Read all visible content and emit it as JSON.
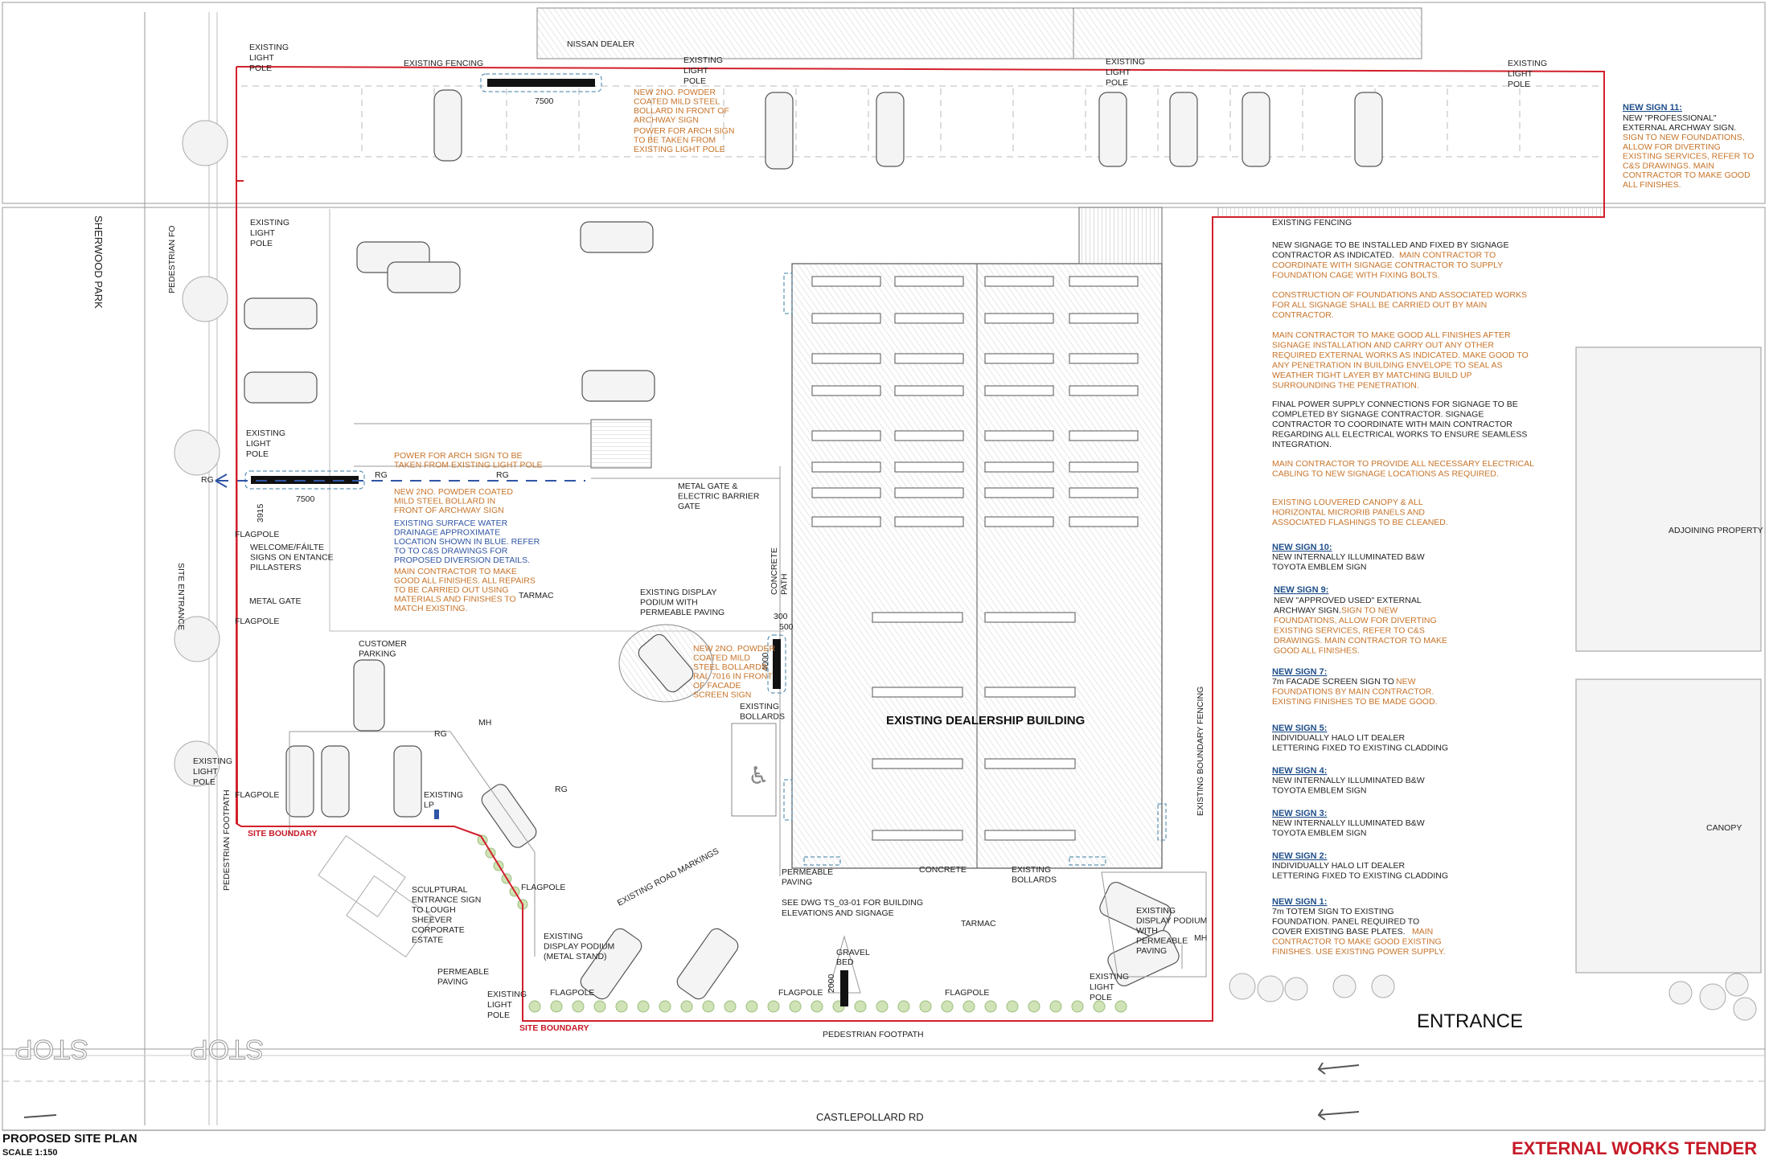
{
  "labels": {
    "nissan_dealer": "NISSAN DEALER",
    "existing_fencing_top": "EXISTING FENCING",
    "existing_fencing_mid": "EXISTING FENCING",
    "existing_light_pole": "EXISTING LIGHT POLE",
    "new_bollard_top": [
      "NEW 2NO. POWDER",
      "COATED MILD STEEL",
      "BOLLARD IN FRONT OF",
      "ARCHWAY SIGN"
    ],
    "power_arch_top": [
      "POWER FOR ARCH SIGN",
      "TO BE TAKEN FROM",
      "EXISTING LIGHT POLE"
    ],
    "dim_7500": "7500",
    "dim_3915": "3915",
    "dim_300": "300",
    "dim_500": "500",
    "dim_4000": "4000",
    "dim_2000": "2000",
    "sherwood_park": "SHERWOOD PARK",
    "pedestrian_fo_top": "PEDESTRIAN FO",
    "pedestrian_footpath_left": "PEDESTRIAN FOOTPATH",
    "pedestrian_footpath_bottom": "PEDESTRIAN FOOTPATH",
    "power_arch_mid": [
      "POWER FOR ARCH SIGN TO BE",
      "TAKEN FROM EXISTING LIGHT POLE"
    ],
    "new_bollard_mid": [
      "NEW 2NO. POWDER COATED",
      "MILD STEEL BOLLARD IN",
      "FRONT OF ARCHWAY SIGN"
    ],
    "surface_water": [
      "EXISTING SURFACE WATER",
      "DRAINAGE APPROXIMATE",
      "LOCATION SHOWN IN BLUE. REFER",
      "TO TO C&S DRAWINGS FOR",
      "PROPOSED DIVERSION DETAILS."
    ],
    "make_good_mid": [
      "MAIN CONTRACTOR TO MAKE",
      "GOOD ALL FINISHES. ALL REPAIRS",
      "TO BE CARRIED OUT USING",
      "MATERIALS AND FINISHES TO",
      "MATCH EXISTING."
    ],
    "flagpole": "FLAGPOLE",
    "welcome_signs": [
      "WELCOME/FÁILTE",
      "SIGNS ON ENTANCE",
      "PILLASTERS"
    ],
    "site_entrance": "SITE ENTRANCE",
    "metal_gate": "METAL GATE",
    "metal_gate_barrier": [
      "METAL GATE &",
      "ELECTRIC BARRIER",
      "GATE"
    ],
    "tarmac": "TARMAC",
    "customer_parking": [
      "CUSTOMER",
      "PARKING"
    ],
    "display_podium_perm": [
      "EXISTING DISPLAY",
      "PODIUM WITH",
      "PERMEABLE PAVING"
    ],
    "concrete_path": [
      "CONCRETE",
      "PATH"
    ],
    "new_bollards_facade": [
      "NEW 2NO. POWDER",
      "COATED MILD",
      "STEEL BOLLARDS",
      "RAL 7016 IN FRONT",
      "OF FACADE",
      "SCREEN SIGN"
    ],
    "existing_bollards": [
      "EXISTING",
      "BOLLARDS"
    ],
    "building": "EXISTING DEALERSHIP BUILDING",
    "existing_boundary_fencing": "EXISTING BOUNDARY FENCING",
    "rg": "RG",
    "mh": "MH",
    "existing_lp": [
      "EXISTING",
      "LP"
    ],
    "site_boundary": "SITE BOUNDARY",
    "existing_road_markings": "EXISTING ROAD MARKINGS",
    "permeable_paving": [
      "PERMEABLE",
      "PAVING"
    ],
    "concrete": "CONCRETE",
    "see_dwg": [
      "SEE DWG TS_03-01 FOR BUILDING",
      "ELEVATIONS AND SIGNAGE"
    ],
    "sculptural_sign": [
      "SCULPTURAL",
      "ENTRANCE SIGN",
      "TO LOUGH",
      "SHEEVER",
      "CORPORATE",
      "ESTATE"
    ],
    "display_podium_metal": [
      "EXISTING",
      "DISPLAY PODIUM",
      "(METAL STAND)"
    ],
    "gravel_bed": [
      "GRAVEL",
      "BED"
    ],
    "display_podium_right": [
      "EXISTING",
      "DISPLAY PODIUM",
      "WITH",
      "PERMEABLE",
      "PAVING"
    ],
    "stop": "STOP",
    "entrance": "ENTRANCE",
    "castlepollard": "CASTLEPOLLARD RD",
    "adjoining": "ADJOINING PROPERTY",
    "canopy": "CANOPY"
  },
  "notes": {
    "sign11_head": "NEW  SIGN 11:",
    "sign11_black": [
      "NEW \"PROFESSIONAL\"",
      "EXTERNAL ARCHWAY SIGN."
    ],
    "sign11_orange": [
      "SIGN TO NEW FOUNDATIONS,",
      "ALLOW FOR DIVERTING",
      "EXISTING SERVICES, REFER TO",
      "C&S DRAWINGS. MAIN",
      "CONTRACTOR TO MAKE GOOD",
      "ALL FINISHES."
    ],
    "general_1_black": "NEW SIGNAGE TO BE INSTALLED AND FIXED BY SIGNAGE",
    "general_1_mixed_black": "CONTRACTOR AS INDICATED.",
    "general_1_mixed_orange": "MAIN CONTRACTOR TO",
    "general_1_orange": [
      "COORDINATE WITH SIGNAGE CONTRACTOR TO SUPPLY",
      "FOUNDATION CAGE WITH FIXING BOLTS."
    ],
    "general_2": [
      "CONSTRUCTION OF FOUNDATIONS AND ASSOCIATED WORKS",
      "FOR ALL SIGNAGE SHALL BE CARRIED OUT BY MAIN",
      "CONTRACTOR."
    ],
    "general_3": [
      "MAIN CONTRACTOR TO MAKE GOOD ALL FINISHES AFTER",
      "SIGNAGE INSTALLATION AND CARRY OUT ANY OTHER",
      "REQUIRED EXTERNAL WORKS AS INDICATED. MAKE GOOD TO",
      "ANY PENETRATION IN BUILDING ENVELOPE TO SEAL AS",
      "WEATHER TIGHT LAYER BY MATCHING BUILD UP",
      "SURROUNDING THE PENETRATION."
    ],
    "general_4": [
      "FINAL POWER SUPPLY CONNECTIONS FOR SIGNAGE TO BE",
      "COMPLETED BY SIGNAGE CONTRACTOR. SIGNAGE",
      "CONTRACTOR TO COORDINATE WITH MAIN CONTRACTOR",
      "REGARDING ALL ELECTRICAL WORKS TO ENSURE SEAMLESS",
      "INTEGRATION."
    ],
    "general_5": [
      "MAIN CONTRACTOR TO PROVIDE ALL NECESSARY ELECTRICAL",
      "CABLING TO NEW SIGNAGE LOCATIONS AS REQUIRED."
    ],
    "general_6": [
      "EXISTING LOUVERED CANOPY & ALL",
      "HORIZONTAL MICRORIB PANELS AND",
      "ASSOCIATED FLASHINGS TO BE CLEANED."
    ],
    "sign10_head": "NEW  SIGN 10:",
    "sign10": [
      "NEW INTERNALLY ILLUMINATED B&W",
      "TOYOTA EMBLEM SIGN"
    ],
    "sign9_head": "NEW  SIGN 9:",
    "sign9_black": "NEW \"APPROVED USED\" EXTERNAL",
    "sign9_mixed_black": "ARCHWAY SIGN.",
    "sign9_mixed_orange": "SIGN TO NEW",
    "sign9_orange": [
      "FOUNDATIONS, ALLOW FOR DIVERTING",
      "EXISTING SERVICES, REFER TO C&S",
      "DRAWINGS. MAIN CONTRACTOR TO MAKE",
      "GOOD ALL FINISHES."
    ],
    "sign7_head": "NEW  SIGN 7:",
    "sign7_mixed_black": "7m FACADE SCREEN SIGN TO",
    "sign7_mixed_orange": "NEW",
    "sign7_orange": [
      "FOUNDATIONS BY MAIN CONTRACTOR.",
      "EXISTING FINISHES TO BE MADE GOOD."
    ],
    "sign5_head": "NEW  SIGN 5:",
    "sign5": [
      "INDIVIDUALLY HALO LIT DEALER",
      "LETTERING FIXED TO EXISTING CLADDING"
    ],
    "sign4_head": "NEW  SIGN 4:",
    "sign4": [
      "NEW INTERNALLY ILLUMINATED B&W",
      "TOYOTA EMBLEM SIGN"
    ],
    "sign3_head": "NEW  SIGN 3:",
    "sign3": [
      "NEW INTERNALLY ILLUMINATED B&W",
      "TOYOTA EMBLEM SIGN"
    ],
    "sign2_head": "NEW  SIGN 2:",
    "sign2": [
      "INDIVIDUALLY HALO LIT DEALER",
      "LETTERING FIXED TO EXISTING CLADDING"
    ],
    "sign1_head": "NEW  SIGN 1:",
    "sign1_black": [
      "7m TOTEM SIGN TO EXISTING",
      "FOUNDATION. PANEL REQUIRED TO",
      "COVER EXISTING BASE PLATES."
    ],
    "sign1_mixed_orange": "MAIN",
    "sign1_orange": [
      "CONTRACTOR TO MAKE GOOD EXISTING",
      "FINISHES. USE EXISTING POWER SUPPLY."
    ]
  },
  "title_block": {
    "title": "PROPOSED SITE PLAN",
    "scale": "SCALE 1:150",
    "tender": "EXTERNAL WORKS TENDER"
  },
  "colors": {
    "boundary": "#d21f2b",
    "note_orange": "#c8742a",
    "note_blue": "#2f55a4",
    "sign_head": "#1f4e8a"
  }
}
